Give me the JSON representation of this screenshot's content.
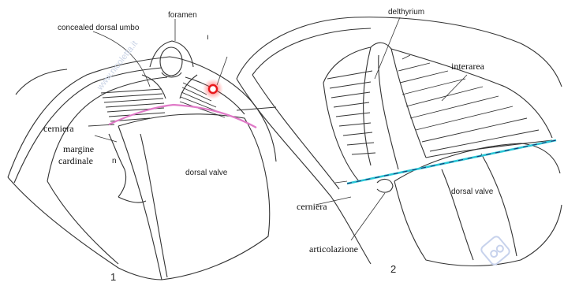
{
  "figure1": {
    "number": "1",
    "labels": {
      "concealed_dorsal_umbo": "concealed dorsal umbo",
      "foramen": "foramen",
      "cerniera": "cerniera",
      "margine": "margine",
      "cardinale": "cardinale",
      "n_mark": "n",
      "dorsal_valve": "dorsal valve",
      "tick_mark": "ı"
    },
    "hinge_line_color": "#e07ac8",
    "marker_color": "#e8171b"
  },
  "figure2": {
    "number": "2",
    "labels": {
      "delthyrium": "delthyrium",
      "interarea": "interarea",
      "cerniera": "cerniera",
      "articolazione": "articolazione",
      "dorsal_valve": "dorsal valve"
    },
    "hinge_line_color": "#29c6d6"
  },
  "watermark": {
    "text": "www.nicoletta.it",
    "logo": "wb-logo-icon"
  }
}
